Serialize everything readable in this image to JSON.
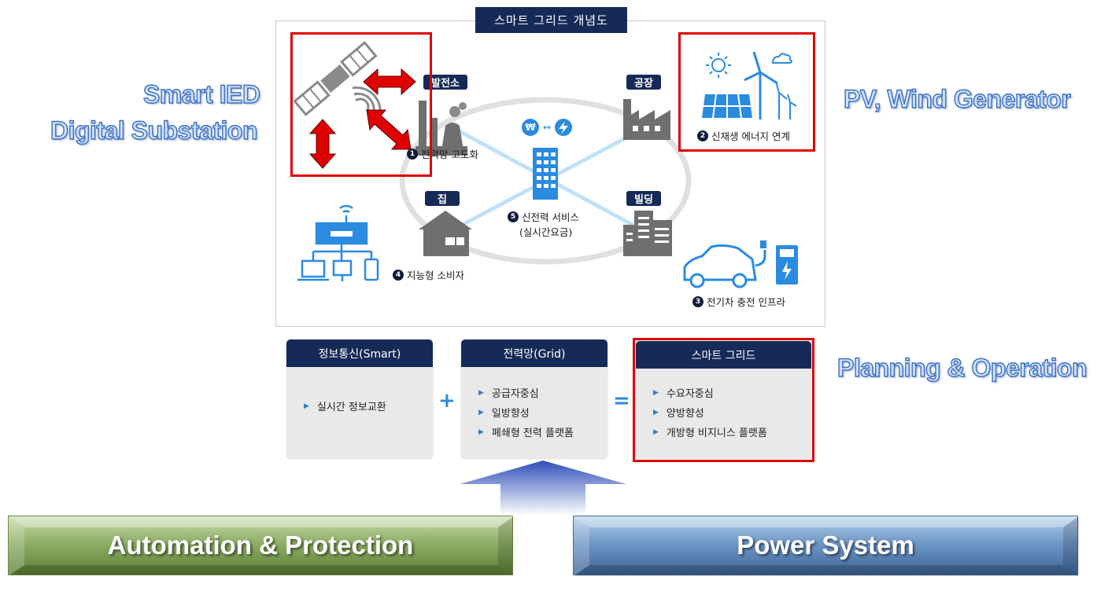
{
  "side_labels": {
    "smart_ied": "Smart IED",
    "digital_substation": "Digital Substation",
    "pv_wind": "PV, Wind  Generator",
    "planning": "Planning & Operation"
  },
  "concept": {
    "title": "스마트 그리드 개념도",
    "nodes": {
      "power_plant": "발전소",
      "factory": "공장",
      "home": "집",
      "building": "빌딩"
    },
    "center_symbol": "₩↔⚡",
    "captions": {
      "grid_upgrade": {
        "num": "1",
        "text": "전력망 고도화"
      },
      "renewable": {
        "num": "2",
        "text": "신재생 에너지 연계"
      },
      "ev": {
        "num": "3",
        "text": "전기차 충전 인프라"
      },
      "consumer": {
        "num": "4",
        "text": "지능형 소비자"
      },
      "service": {
        "num": "5",
        "text": "신전력 서비스",
        "sub": "(실시간요금)"
      }
    }
  },
  "cards": [
    {
      "title": "정보통신(Smart)",
      "items": [
        "실시간 정보교환"
      ]
    },
    {
      "title": "전력망(Grid)",
      "items": [
        "공급자중심",
        "일방향성",
        "폐쇄형 전력 플랫폼"
      ]
    },
    {
      "title": "스마트 그리드",
      "items": [
        "수요자중심",
        "양방향성",
        "개방형 비지니스 플랫폼"
      ]
    }
  ],
  "operators": {
    "plus": "+",
    "equals": "="
  },
  "banners": {
    "left": "Automation & Protection",
    "right": "Power System"
  },
  "colors": {
    "navy": "#162a57",
    "icon_gray": "#6f6f6f",
    "icon_blue": "#2a8be0",
    "highlight_red": "#e00000"
  }
}
